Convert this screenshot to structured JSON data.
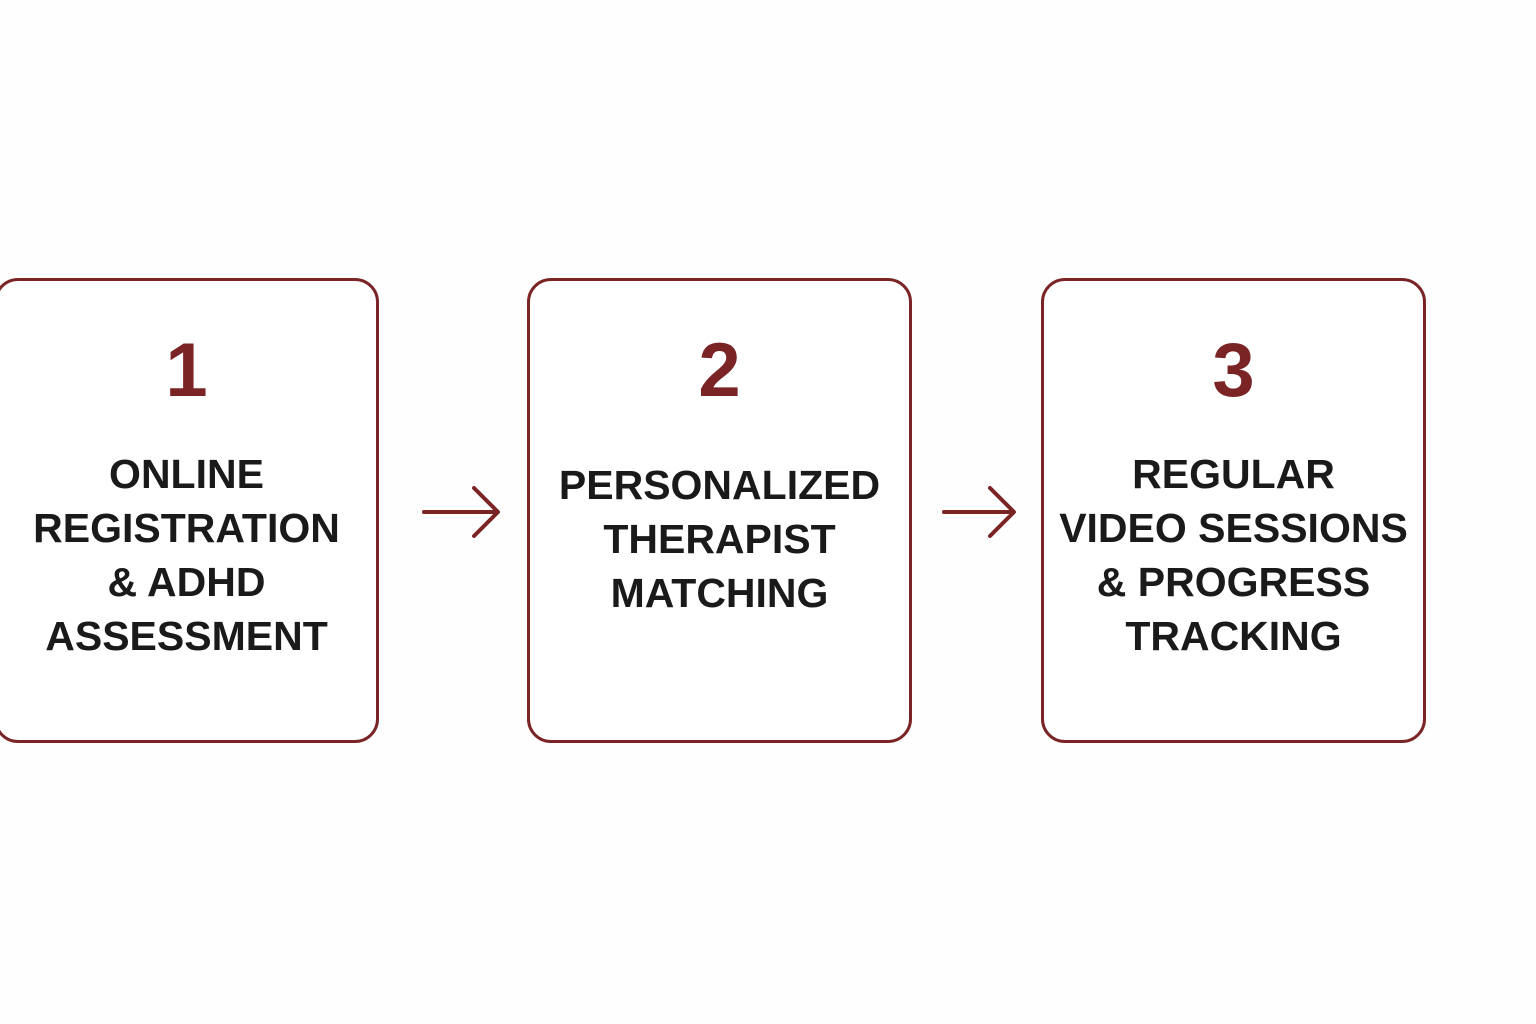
{
  "colors": {
    "accent": "#7b2426",
    "text": "#1a1a1a",
    "background": "#fefefe"
  },
  "steps": [
    {
      "number": "1",
      "label": "ONLINE\nREGISTRATION\n& ADHD\nASSESSMENT"
    },
    {
      "number": "2",
      "label": "PERSONALIZED\nTHERAPIST\nMATCHING"
    },
    {
      "number": "3",
      "label": "REGULAR\nVIDEO SESSIONS\n& PROGRESS\nTRACKING"
    }
  ],
  "connectors": [
    "arrow-right-icon",
    "arrow-right-icon"
  ]
}
